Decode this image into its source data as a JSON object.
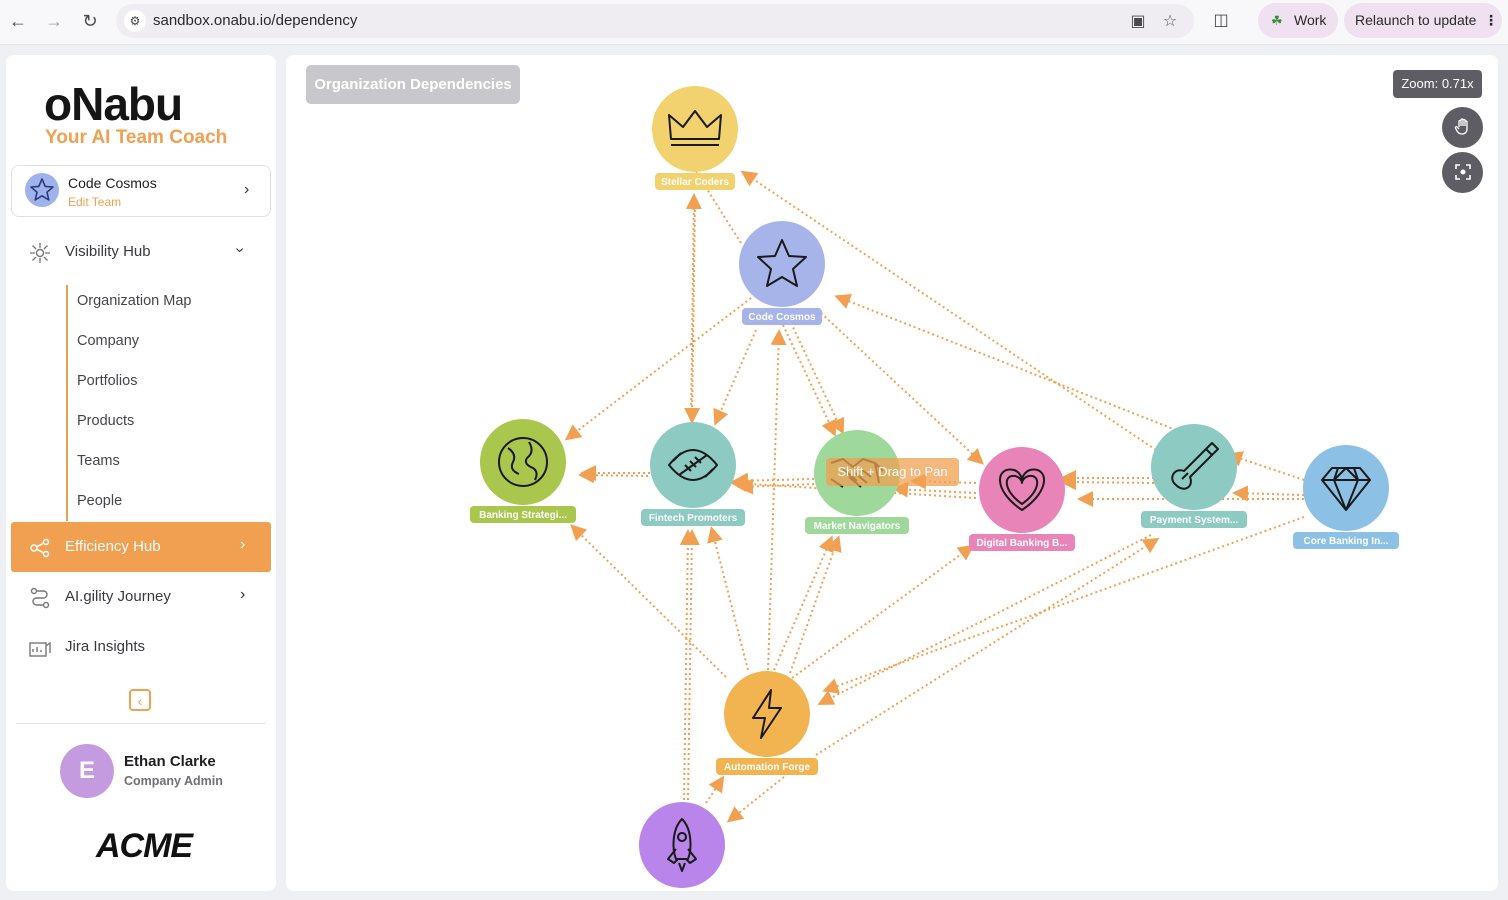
{
  "browser": {
    "url": "sandbox.onabu.io/dependency",
    "profile_label": "Work",
    "relaunch_label": "Relaunch to update"
  },
  "sidebar": {
    "logo_text": "oNabu",
    "tagline": "Your AI Team Coach",
    "team": {
      "name": "Code Cosmos",
      "edit_label": "Edit Team"
    },
    "visibility_hub": {
      "label": "Visibility Hub",
      "items": [
        "Organization Map",
        "Company",
        "Portfolios",
        "Products",
        "Teams",
        "People"
      ]
    },
    "efficiency_hub": {
      "label": "Efficiency Hub"
    },
    "agility_journey": {
      "label": "AI.gility Journey"
    },
    "jira_insights": {
      "label": "Jira Insights"
    },
    "user": {
      "initial": "E",
      "name": "Ethan Clarke",
      "role": "Company Admin"
    },
    "company_logo": "ACME"
  },
  "main": {
    "title": "Organization Dependencies",
    "zoom_label": "Zoom: 0.71x",
    "pan_hint": "Shift + Drag to Pan"
  },
  "graph": {
    "accent_color": "#f0a050",
    "nodes": [
      {
        "id": "stellar",
        "label": "Stellar Coders",
        "color": "#f2d26e",
        "icon": "crown-icon"
      },
      {
        "id": "cosmos",
        "label": "Code Cosmos",
        "color": "#a6b4ea",
        "icon": "star-icon"
      },
      {
        "id": "banking",
        "label": "Banking Strategi...",
        "color": "#a9c64d",
        "icon": "globe-icon"
      },
      {
        "id": "fintech",
        "label": "Fintech Promoters",
        "color": "#8ccac2",
        "icon": "football-icon"
      },
      {
        "id": "market",
        "label": "Market Navigators",
        "color": "#9ed89a",
        "icon": "handshake-icon"
      },
      {
        "id": "digital",
        "label": "Digital Banking B...",
        "color": "#e884b8",
        "icon": "heart-icon"
      },
      {
        "id": "payment",
        "label": "Payment System...",
        "color": "#8ccac2",
        "icon": "guitar-icon"
      },
      {
        "id": "core",
        "label": "Core Banking In...",
        "color": "#8cc0e4",
        "icon": "diamond-icon"
      },
      {
        "id": "forge",
        "label": "Automation Forge",
        "color": "#f2b450",
        "icon": "lightning-icon"
      },
      {
        "id": "rocket",
        "label": "",
        "color": "#b985ea",
        "icon": "rocket-icon"
      }
    ]
  }
}
